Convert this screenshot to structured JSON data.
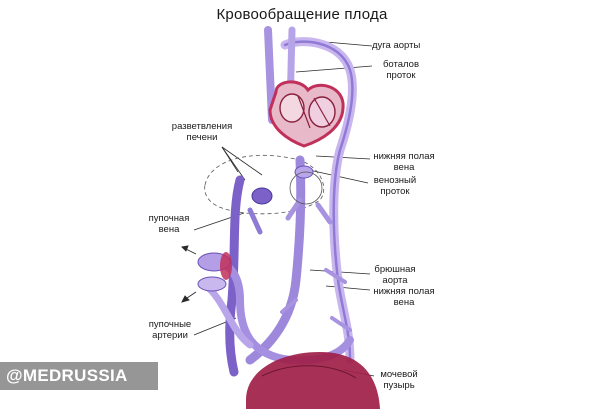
{
  "title": "Кровообращение плода",
  "labels": {
    "aortic_arch": "дуга аорты",
    "ductus_arteriosus_1": "боталов",
    "ductus_arteriosus_2": "проток",
    "ivc_top_1": "нижняя полая",
    "ivc_top_2": "вена",
    "venous_duct_1": "венозный",
    "venous_duct_2": "проток",
    "liver_branches_1": "разветвления",
    "liver_branches_2": "печени",
    "umbilical_vein_1": "пупочная",
    "umbilical_vein_2": "вена",
    "abdominal_aorta_1": "брюшная",
    "abdominal_aorta_2": "аорта",
    "ivc_bottom_1": "нижняя полая",
    "ivc_bottom_2": "вена",
    "umbilical_arteries_1": "пупочные",
    "umbilical_arteries_2": "артерии",
    "bladder_1": "мочевой",
    "bladder_2": "пузырь"
  },
  "watermark": "@MEDRUSSIA",
  "colors": {
    "vessel_violet": "#8f7ad6",
    "vessel_light": "#c9b6ee",
    "heart_crimson": "#c0305a",
    "bladder": "#a02048",
    "line": "#2a2a2a"
  }
}
